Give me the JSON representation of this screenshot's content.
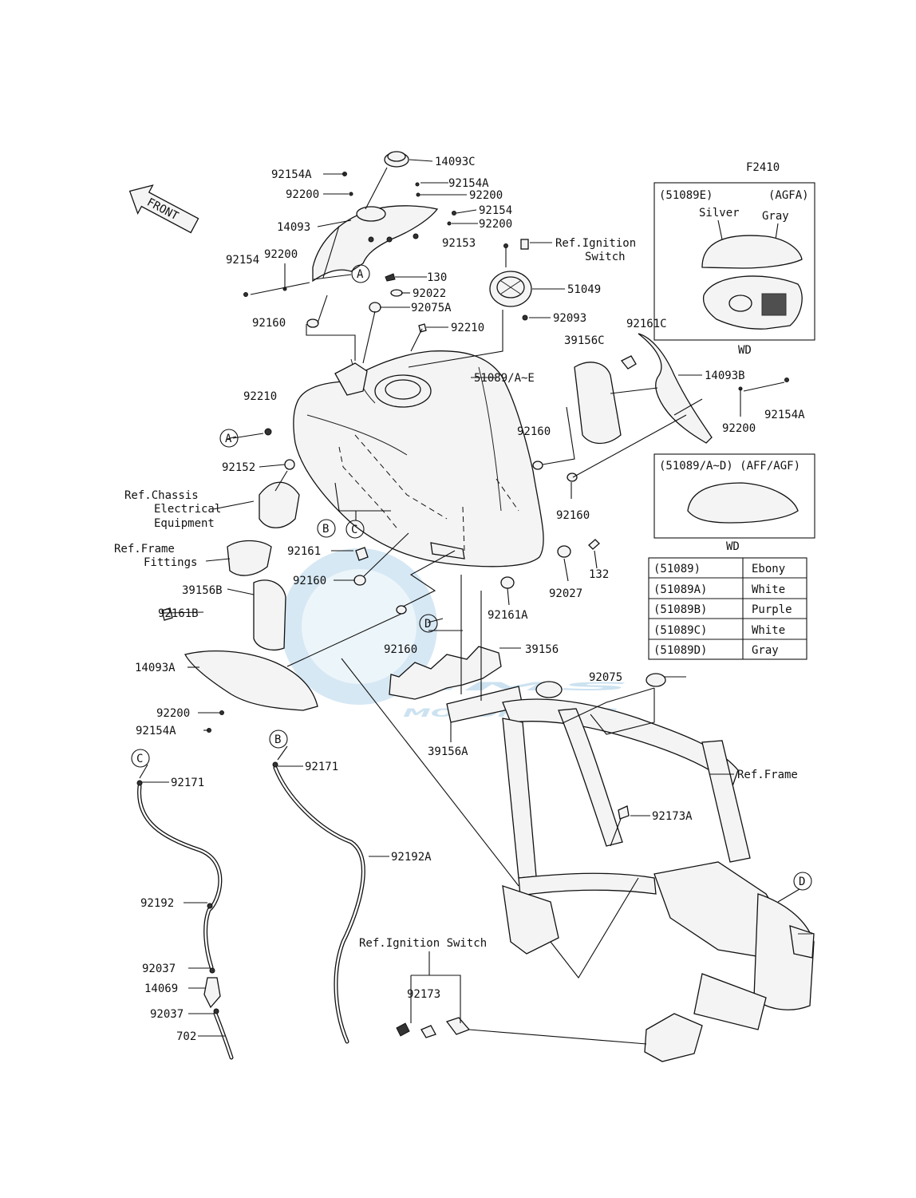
{
  "figure_code": "F2410",
  "direction_arrow": "FRONT",
  "watermark": {
    "logo": "CMS",
    "tagline": "MOTORPARTS"
  },
  "parts": {
    "p14093C": "14093C",
    "p92154A_a": "92154A",
    "p92154A_b": "92154A",
    "p92154A_c": "92154A",
    "p92154A_d": "92154A",
    "p92200_a": "92200",
    "p92200_b": "92200",
    "p92200_c": "92200",
    "p92200_d": "92200",
    "p92200_e": "92200",
    "p92200_f": "92200",
    "p14093": "14093",
    "p92154_a": "92154",
    "p92154_b": "92154",
    "p92153": "92153",
    "p130": "130",
    "p92022": "92022",
    "p51049": "51049",
    "p92075A": "92075A",
    "p92093": "92093",
    "p92210_a": "92210",
    "p92210_b": "92210",
    "p92160_a": "92160",
    "p92160_b": "92160",
    "p92160_c": "92160",
    "p92160_d": "92160",
    "p92160_e": "92160",
    "p92161C": "92161C",
    "p39156C": "39156C",
    "p51089AE": "51089/A~E",
    "p14093B": "14093B",
    "p92152": "92152",
    "p92161": "92161",
    "p92027": "92027",
    "p132": "132",
    "p39156B": "39156B",
    "p92161B": "92161B",
    "p92161A": "92161A",
    "p39156": "39156",
    "p14093A": "14093A",
    "p92075": "92075",
    "p39156A": "39156A",
    "p92171_a": "92171",
    "p92171_b": "92171",
    "p92192A": "92192A",
    "p92173A": "92173A",
    "p92192": "92192",
    "p92037_a": "92037",
    "p92037_b": "92037",
    "p14069": "14069",
    "p702": "702",
    "p92173": "92173"
  },
  "references": {
    "ignition_top_1": "Ref.Ignition",
    "ignition_top_2": "Switch",
    "chassis_1": "Ref.Chassis",
    "chassis_2": "Electrical",
    "chassis_3": "Equipment",
    "frame_fit_1": "Ref.Frame",
    "frame_fit_2": "Fittings",
    "frame": "Ref.Frame",
    "ignition_bottom": "Ref.Ignition Switch"
  },
  "callouts": {
    "A1": "A",
    "A2": "A",
    "B1": "B",
    "B2": "B",
    "C1": "C",
    "C2": "C",
    "D1": "D",
    "D2": "D"
  },
  "inset_e": {
    "title_left": "(51089E)",
    "title_right": "(AGFA)",
    "silver": "Silver",
    "gray": "Gray",
    "caption": "WD"
  },
  "inset_ad": {
    "title": "(51089/A~D) (AFF/AGF)",
    "caption": "WD"
  },
  "color_table": [
    {
      "code": "(51089)",
      "color": "Ebony"
    },
    {
      "code": "(51089A)",
      "color": "White"
    },
    {
      "code": "(51089B)",
      "color": "Purple"
    },
    {
      "code": "(51089C)",
      "color": "White"
    },
    {
      "code": "(51089D)",
      "color": "Gray"
    }
  ]
}
